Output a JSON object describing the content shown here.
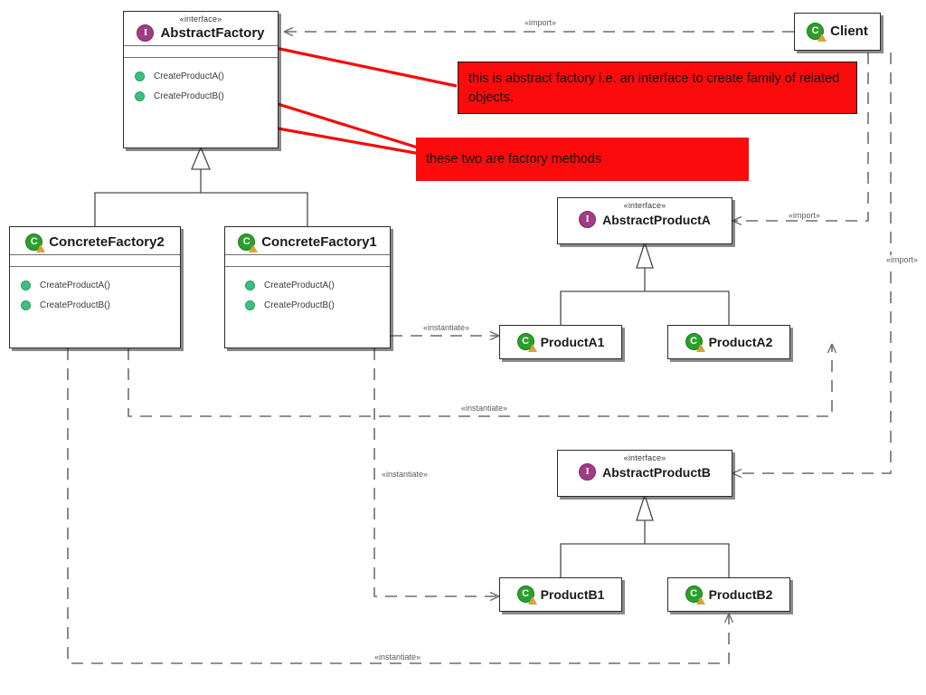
{
  "diagram": {
    "title": "Abstract Factory UML class diagram",
    "stereotype_interface": "«interface»",
    "icon_interface": "interface-icon",
    "icon_class": "class-icon",
    "icon_operation": "operation-bullet-icon",
    "accent_annotation": "#fb0b0b",
    "color_interface_icon": "#a03c86",
    "color_class_icon": "#2aa02a",
    "color_operation_dot": "#3fbf7f",
    "color_edge": "#6d6d6d"
  },
  "classes": {
    "abstract_factory": {
      "stereotype": "«interface»",
      "name": "AbstractFactory",
      "icon_letter": "I",
      "operations": [
        "CreateProductA()",
        "CreateProductB()"
      ]
    },
    "concrete_factory_2": {
      "name": "ConcreteFactory2",
      "icon_letter": "C",
      "operations": [
        "CreateProductA()",
        "CreateProductB()"
      ]
    },
    "concrete_factory_1": {
      "name": "ConcreteFactory1",
      "icon_letter": "C",
      "operations": [
        "CreateProductA()",
        "CreateProductB()"
      ]
    },
    "client": {
      "name": "Client",
      "icon_letter": "C"
    },
    "abstract_product_a": {
      "stereotype": "«interface»",
      "name": "AbstractProductA",
      "icon_letter": "I"
    },
    "abstract_product_b": {
      "stereotype": "«interface»",
      "name": "AbstractProductB",
      "icon_letter": "I"
    },
    "product_a1": {
      "name": "ProductA1",
      "icon_letter": "C"
    },
    "product_a2": {
      "name": "ProductA2",
      "icon_letter": "C"
    },
    "product_b1": {
      "name": "ProductB1",
      "icon_letter": "C"
    },
    "product_b2": {
      "name": "ProductB2",
      "icon_letter": "C"
    }
  },
  "edge_labels": {
    "import_client_factory": "«import»",
    "import_client_product_a": "«import»",
    "import_client_product_b": "«import»",
    "instantiate_f1_a1": "«instantiate»",
    "instantiate_f1_a2": "«instantiate»",
    "instantiate_f1_b1": "«instantiate»",
    "instantiate_f2_b2": "«instantiate»"
  },
  "annotations": {
    "factory_note": "this is abstract factory i.e. an interface to create family of related objects.",
    "methods_note": "these two are factory methods"
  }
}
